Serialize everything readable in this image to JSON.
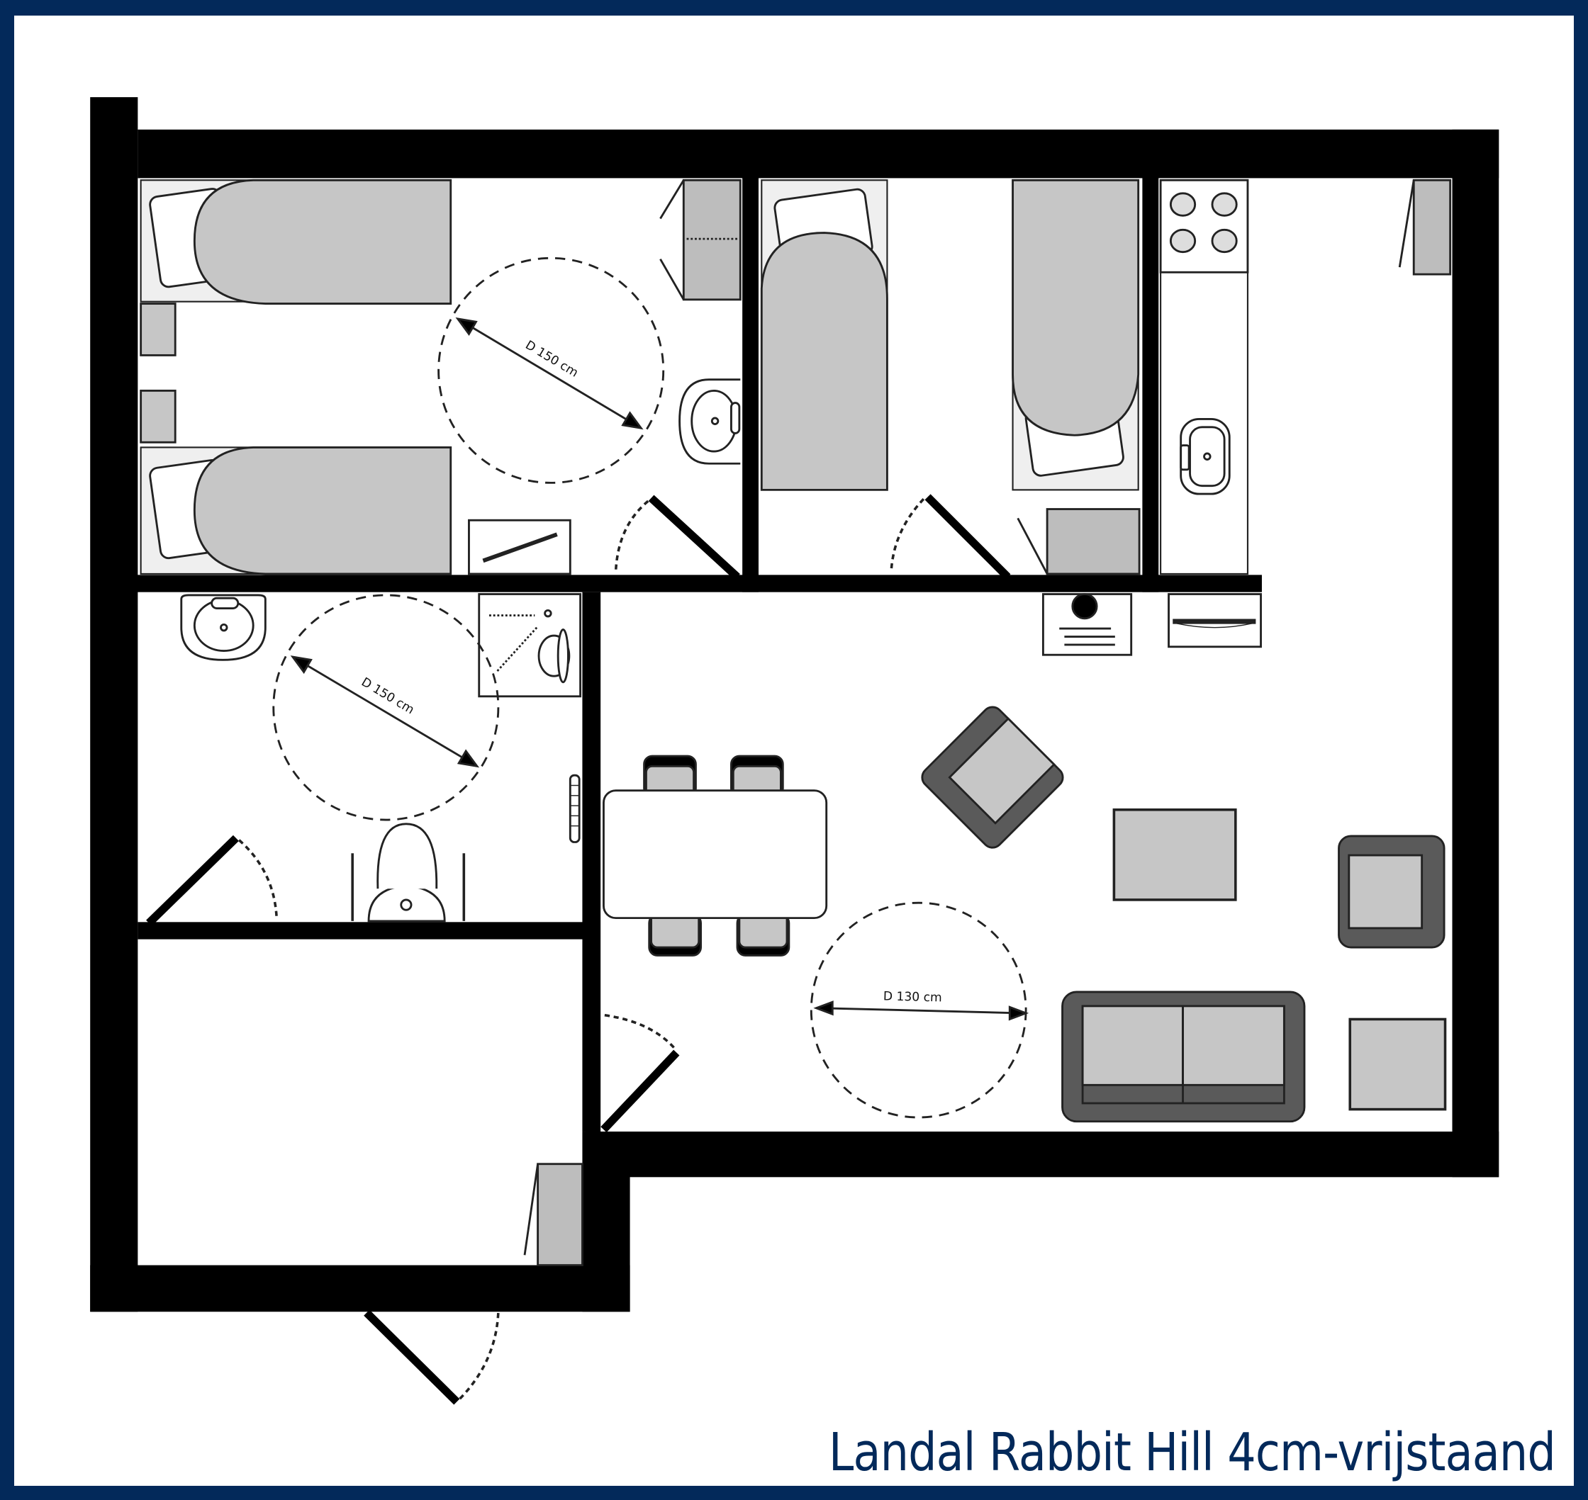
{
  "plan": {
    "title": "Landal Rabbit Hill 4cm-vrijstaand",
    "accent_color": "#03295a",
    "wall_color": "#000000",
    "furniture_fill": "#c6c6c6",
    "upholstery_fill": "#5a5a5a",
    "rooms": [
      {
        "name": "bedroom-1",
        "items": [
          "single-bed",
          "single-bed",
          "nightstand",
          "nightstand",
          "wardrobe",
          "washbasin",
          "luggage-rack",
          "door"
        ],
        "turning_circle": "D 150 cm"
      },
      {
        "name": "bedroom-2",
        "items": [
          "single-bed",
          "single-bed",
          "wardrobe",
          "door"
        ]
      },
      {
        "name": "bathroom",
        "items": [
          "washbasin",
          "shower",
          "toilet",
          "grab-bars",
          "radiator",
          "door"
        ],
        "turning_circle": "D 150 cm"
      },
      {
        "name": "kitchen",
        "items": [
          "cooktop",
          "sink",
          "counter",
          "refrigerator",
          "microwave"
        ]
      },
      {
        "name": "living-room",
        "items": [
          "dining-table",
          "dining-chair",
          "dining-chair",
          "dining-chair",
          "dining-chair",
          "armchair",
          "armchair",
          "sofa",
          "coffee-table",
          "side-table",
          "wardrobe"
        ],
        "turning_circle": "D 130 cm"
      },
      {
        "name": "entrance-hall",
        "items": [
          "coat-closet",
          "front-door",
          "door"
        ]
      }
    ],
    "labels": {
      "bedroom_circle": "D 150 cm",
      "bathroom_circle": "D 150 cm",
      "living_circle": "D 130 cm"
    }
  }
}
